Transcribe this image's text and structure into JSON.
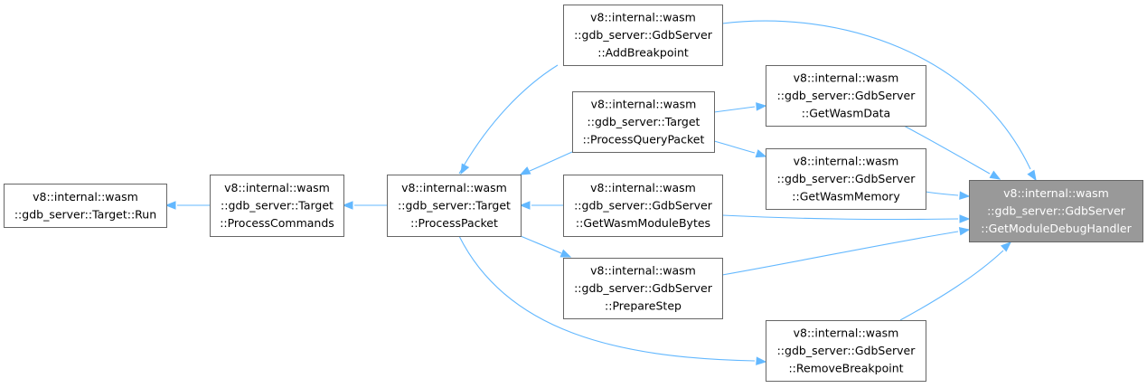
{
  "graph": {
    "nodes": [
      {
        "id": "run",
        "lines": [
          "v8::internal::wasm",
          "::gdb_server::Target::Run"
        ]
      },
      {
        "id": "process_commands",
        "lines": [
          "v8::internal::wasm",
          "::gdb_server::Target",
          "::ProcessCommands"
        ]
      },
      {
        "id": "process_packet",
        "lines": [
          "v8::internal::wasm",
          "::gdb_server::Target",
          "::ProcessPacket"
        ]
      },
      {
        "id": "add_breakpoint",
        "lines": [
          "v8::internal::wasm",
          "::gdb_server::GdbServer",
          "::AddBreakpoint"
        ]
      },
      {
        "id": "process_query_packet",
        "lines": [
          "v8::internal::wasm",
          "::gdb_server::Target",
          "::ProcessQueryPacket"
        ]
      },
      {
        "id": "get_wasm_module_bytes",
        "lines": [
          "v8::internal::wasm",
          "::gdb_server::GdbServer",
          "::GetWasmModuleBytes"
        ]
      },
      {
        "id": "prepare_step",
        "lines": [
          "v8::internal::wasm",
          "::gdb_server::GdbServer",
          "::PrepareStep"
        ]
      },
      {
        "id": "get_wasm_data",
        "lines": [
          "v8::internal::wasm",
          "::gdb_server::GdbServer",
          "::GetWasmData"
        ]
      },
      {
        "id": "get_wasm_memory",
        "lines": [
          "v8::internal::wasm",
          "::gdb_server::GdbServer",
          "::GetWasmMemory"
        ]
      },
      {
        "id": "remove_breakpoint",
        "lines": [
          "v8::internal::wasm",
          "::gdb_server::GdbServer",
          "::RemoveBreakpoint"
        ]
      },
      {
        "id": "get_module_debug_handler",
        "lines": [
          "v8::internal::wasm",
          "::gdb_server::GdbServer",
          "::GetModuleDebugHandler"
        ],
        "highlighted": true
      }
    ],
    "edges": [
      {
        "from": "process_commands",
        "to": "run"
      },
      {
        "from": "process_packet",
        "to": "process_commands"
      },
      {
        "from": "add_breakpoint",
        "to": "process_packet"
      },
      {
        "from": "process_query_packet",
        "to": "process_packet"
      },
      {
        "from": "get_wasm_module_bytes",
        "to": "process_packet"
      },
      {
        "from": "prepare_step",
        "to": "process_packet"
      },
      {
        "from": "remove_breakpoint",
        "to": "process_packet"
      },
      {
        "from": "get_wasm_data",
        "to": "process_query_packet"
      },
      {
        "from": "get_wasm_memory",
        "to": "process_query_packet"
      },
      {
        "from": "get_module_debug_handler",
        "to": "add_breakpoint"
      },
      {
        "from": "get_module_debug_handler",
        "to": "get_wasm_data"
      },
      {
        "from": "get_module_debug_handler",
        "to": "get_wasm_memory"
      },
      {
        "from": "get_module_debug_handler",
        "to": "get_wasm_module_bytes"
      },
      {
        "from": "get_module_debug_handler",
        "to": "prepare_step"
      },
      {
        "from": "get_module_debug_handler",
        "to": "remove_breakpoint"
      }
    ],
    "colors": {
      "edge": "#63b8ff",
      "node_border": "#666666",
      "node_fill": "#ffffff",
      "highlight_fill": "#999999",
      "highlight_text": "#ffffff"
    }
  }
}
